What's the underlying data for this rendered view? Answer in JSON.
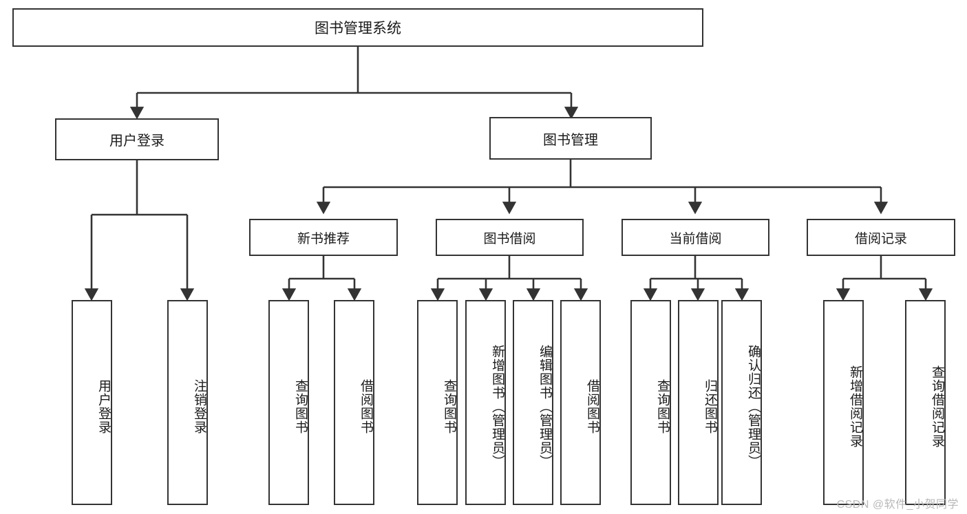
{
  "diagram": {
    "type": "tree",
    "title": "图书管理系统",
    "style": {
      "background": "#ffffff",
      "box_border": "#333333",
      "box_fill": "#ffffff",
      "text_color": "#1a1a1a",
      "edge_color": "#333333",
      "watermark_color": "#b8b8b8"
    },
    "root": {
      "label": "图书管理系统"
    },
    "level2": [
      {
        "label": "用户登录"
      },
      {
        "label": "图书管理"
      }
    ],
    "level3": [
      {
        "label": "新书推荐"
      },
      {
        "label": "图书借阅"
      },
      {
        "label": "当前借阅"
      },
      {
        "label": "借阅记录"
      }
    ],
    "leaves": {
      "user_login": [
        {
          "label": "用户登录"
        },
        {
          "label": "注销登录"
        }
      ],
      "new_book_recommend": [
        {
          "label": "查询图书"
        },
        {
          "label": "借阅图书"
        }
      ],
      "book_borrow": [
        {
          "label": "查询图书"
        },
        {
          "label": "新增图书（管理员）"
        },
        {
          "label": "编辑图书（管理员）"
        },
        {
          "label": "借阅图书"
        }
      ],
      "current_borrow": [
        {
          "label": "查询图书"
        },
        {
          "label": "归还图书"
        },
        {
          "label": "确认归还（管理员）"
        }
      ],
      "borrow_record": [
        {
          "label": "新增借阅记录"
        },
        {
          "label": "查询借阅记录"
        }
      ]
    }
  },
  "watermark": {
    "text": "CSDN @软件_小贺同学"
  }
}
